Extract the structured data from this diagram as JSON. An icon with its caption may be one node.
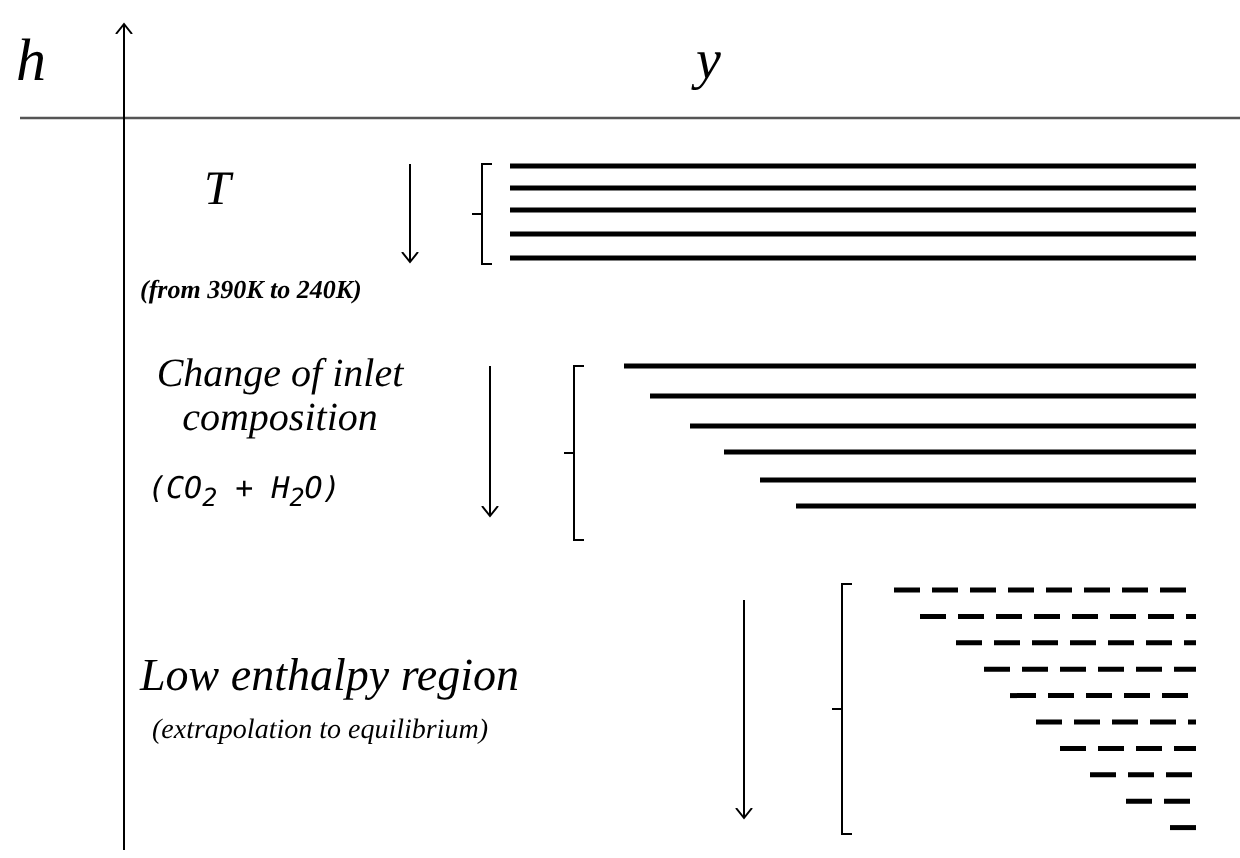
{
  "diagram": {
    "labels": [
      "h",
      "y",
      "T",
      "(from 390K to 240K)",
      "Change of inlet composition",
      "(CO$_{2}$ + H$_{2}$O)",
      "Low enthalpy region",
      "(extrapolation to equilibrium)"
    ]
  }
}
